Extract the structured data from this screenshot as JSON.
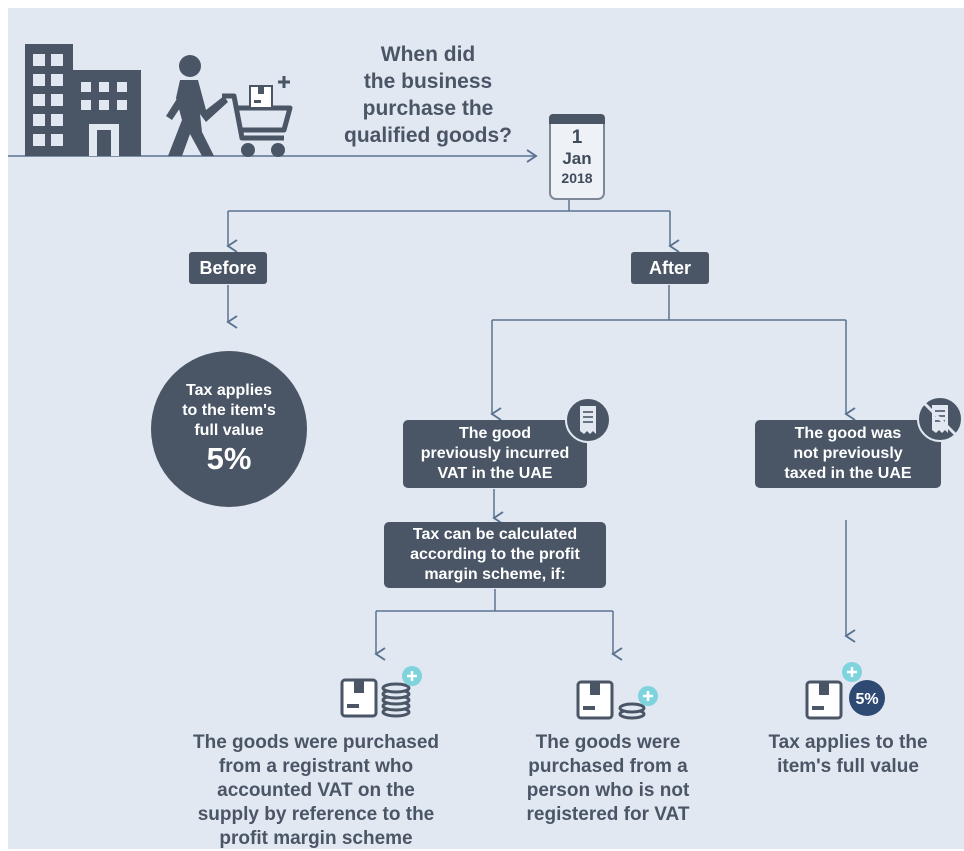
{
  "question": {
    "line1": "When did",
    "line2": "the business",
    "line3": "purchase the",
    "line4": "qualified goods?"
  },
  "calendar": {
    "day": "1",
    "month": "Jan",
    "year": "2018"
  },
  "before": {
    "label": "Before",
    "circle_line1": "Tax applies",
    "circle_line2": "to the item's",
    "circle_line3": "full value",
    "circle_rate": "5%"
  },
  "after": {
    "label": "After",
    "vat_box": {
      "line1": "The good",
      "line2": "previously incurred",
      "line3": "VAT in the UAE"
    },
    "not_taxed_box": {
      "line1": "The good was",
      "line2": "not previously",
      "line3": "taxed in the UAE"
    },
    "scheme_box": {
      "line1": "Tax can be calculated",
      "line2": "according to the profit",
      "line3": "margin scheme, if:"
    }
  },
  "outcomes": {
    "registrant": {
      "line1": "The goods were purchased",
      "line2": "from a registrant who",
      "line3": "accounted VAT on the",
      "line4": "supply by reference to the",
      "line5": "profit margin scheme"
    },
    "unregistered": {
      "line1": "The goods were",
      "line2": "purchased from a",
      "line3": "person who is not",
      "line4": "registered for VAT"
    },
    "full_value": {
      "line1": "Tax applies to the",
      "line2": "item's full value",
      "badge": "5%"
    }
  },
  "icons": [
    "building-icon",
    "shopper-cart-icon",
    "calendar-icon",
    "receipt-icon",
    "no-receipt-icon",
    "box-coins-icon",
    "box-coin-icon",
    "box-percent-icon",
    "plus-icon"
  ],
  "colors": {
    "background": "#e2e8f1",
    "dark": "#4a5566",
    "line": "#5a7391",
    "accent": "#7fd3dc",
    "badge": "#2e4a73"
  }
}
